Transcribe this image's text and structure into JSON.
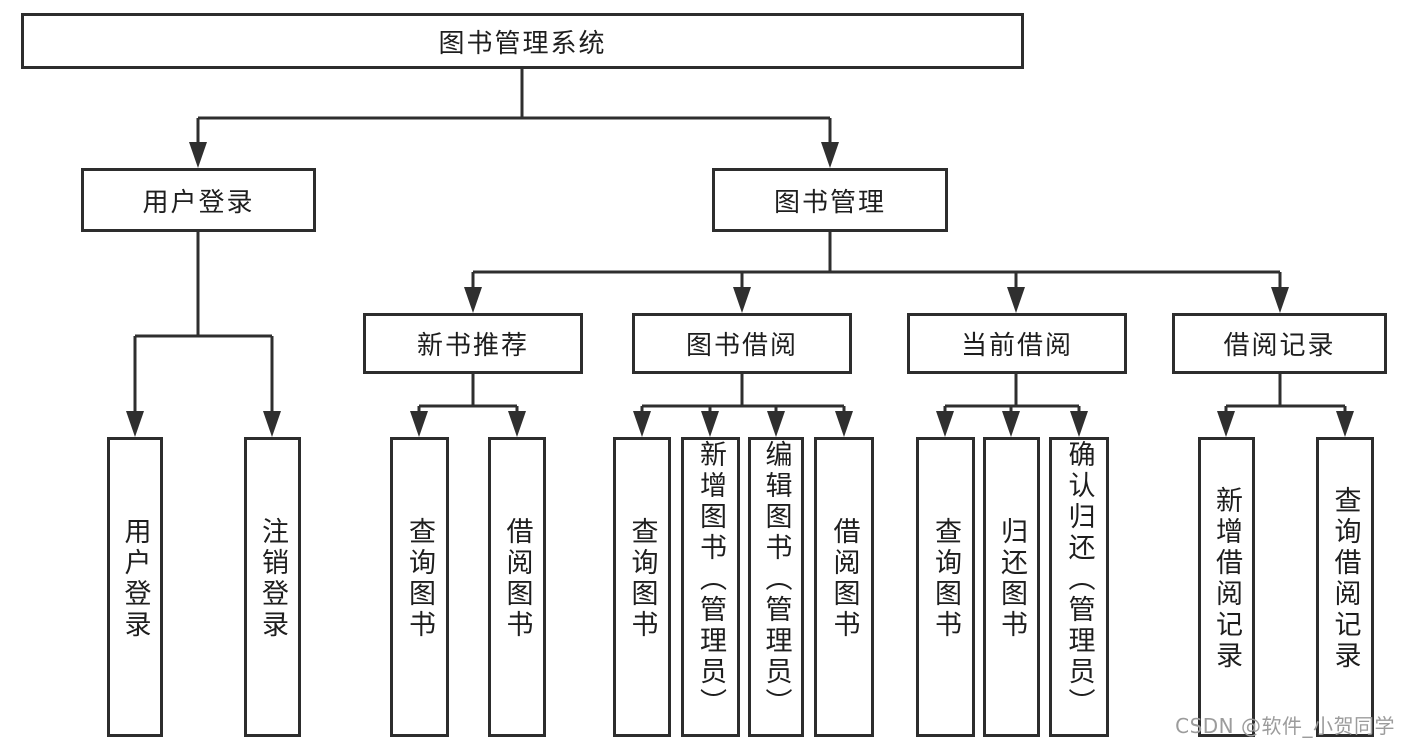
{
  "tree": {
    "label": "图书管理系统",
    "children": [
      {
        "label": "用户登录",
        "children": [
          {
            "label": "用户登录"
          },
          {
            "label": "注销登录"
          }
        ]
      },
      {
        "label": "图书管理",
        "children": [
          {
            "label": "新书推荐",
            "children": [
              {
                "label": "查询图书"
              },
              {
                "label": "借阅图书"
              }
            ]
          },
          {
            "label": "图书借阅",
            "children": [
              {
                "label": "查询图书"
              },
              {
                "label": "新增图书（管理员）"
              },
              {
                "label": "编辑图书（管理员）"
              },
              {
                "label": "借阅图书"
              }
            ]
          },
          {
            "label": "当前借阅",
            "children": [
              {
                "label": "查询图书"
              },
              {
                "label": "归还图书"
              },
              {
                "label": "确认归还（管理员）"
              }
            ]
          },
          {
            "label": "借阅记录",
            "children": [
              {
                "label": "新增借阅记录"
              },
              {
                "label": "查询借阅记录"
              }
            ]
          }
        ]
      }
    ]
  },
  "watermark": {
    "text": "CSDN @软件_小贺同学",
    "color": "#9c9c9c"
  },
  "colors": {
    "background": "#ffffff",
    "line": "#2f2f2f",
    "box_border": "#2d2d2d",
    "text": "#1e1e1e"
  }
}
